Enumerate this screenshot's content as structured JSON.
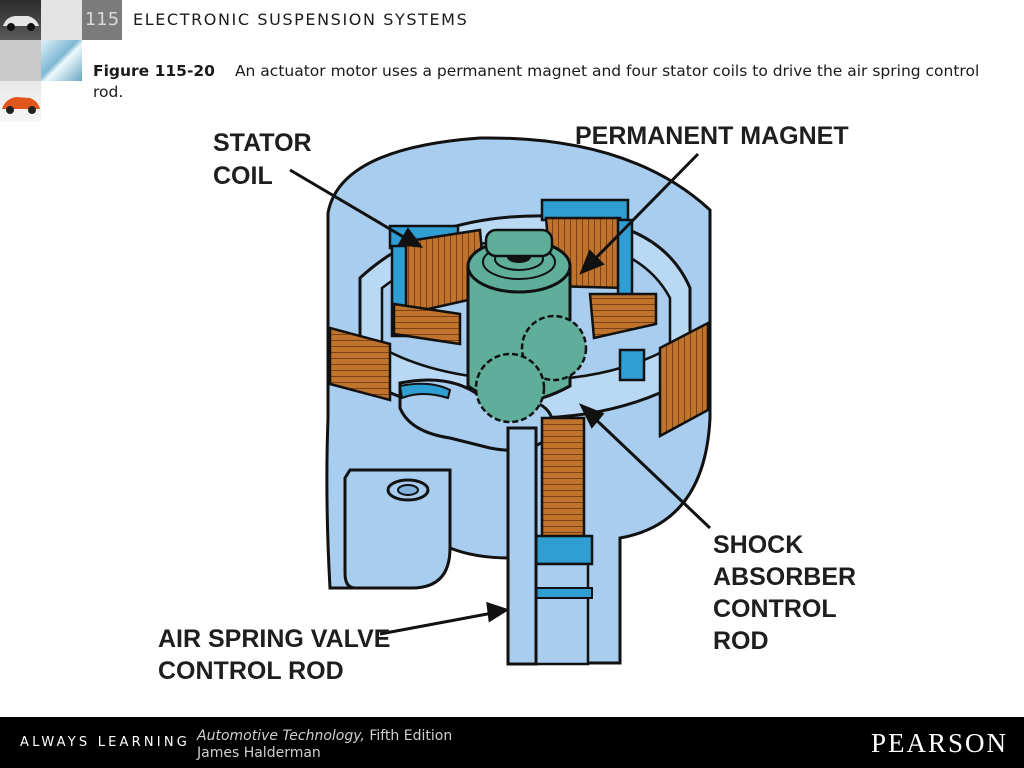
{
  "header": {
    "chapter_number": "115",
    "chapter_title": "ELECTRONIC SUSPENSION SYSTEMS"
  },
  "caption": {
    "figure_label": "Figure 115-20",
    "text": "An actuator motor uses a permanent magnet and four stator coils to drive the air spring control rod."
  },
  "figure": {
    "labels": {
      "stator_coil_line1": "STATOR",
      "stator_coil_line2": "COIL",
      "permanent_magnet": "PERMANENT MAGNET",
      "shock_line1": "SHOCK",
      "shock_line2": "ABSORBER",
      "shock_line3": "CONTROL",
      "shock_line4": "ROD",
      "air_line1": "AIR SPRING VALVE",
      "air_line2": "CONTROL ROD"
    },
    "colors": {
      "housing": "#a9cdee",
      "coil": "#c0732d",
      "magnet": "#5fae99",
      "accent": "#2f9fd3",
      "outline": "#111111"
    }
  },
  "footer": {
    "tagline": "ALWAYS LEARNING",
    "book_title": "Automotive Technology,",
    "edition": "Fifth Edition",
    "author": "James Halderman",
    "publisher": "PEARSON"
  }
}
